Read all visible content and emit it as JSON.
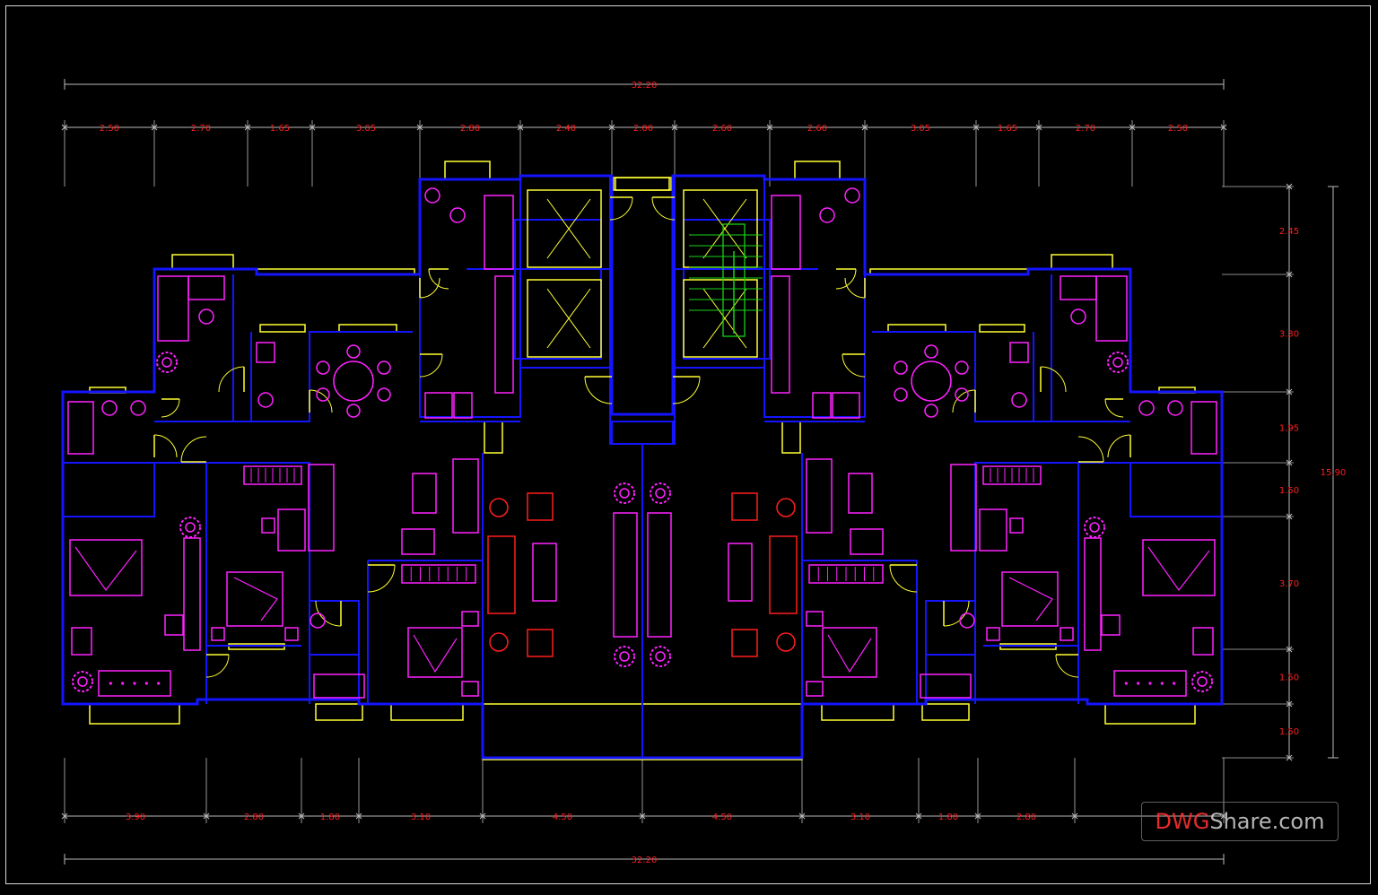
{
  "drawing": {
    "colors": {
      "background": "#000000",
      "wall": "#1414ff",
      "furniture": "#ff22ff",
      "living_furniture": "#ff1e1e",
      "windows_doors": "#ffff33",
      "stair": "#16d316",
      "dimension_line": "#bdbdbd",
      "dimension_text": "#ff1e1e"
    },
    "dimensions": {
      "top_overall": "32.20",
      "top_segments": [
        "2.50",
        "2.70",
        "1.65",
        "3.05",
        "2.80",
        "2.40",
        "2.00",
        "2.60",
        "2.60",
        "3.05",
        "1.65",
        "2.70",
        "2.50"
      ],
      "bottom_overall": "32.20",
      "bottom_segments": [
        "3.90",
        "2.80",
        "1.80",
        "3.10",
        "4.50",
        "4.50",
        "3.10",
        "1.80",
        "2.80"
      ],
      "right_overall": "15.90",
      "right_segments": [
        "2.45",
        "3.30",
        "1.95",
        "1.50",
        "3.70",
        "1.50",
        "1.50"
      ]
    }
  },
  "watermark": {
    "part1": "DWG",
    "part2": "Share.com"
  }
}
